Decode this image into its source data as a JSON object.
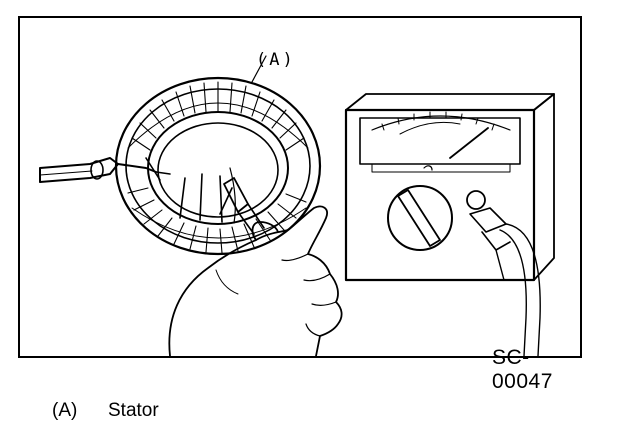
{
  "callout": {
    "label": "(A)"
  },
  "figure_id": "SC-00047",
  "caption": {
    "ref": "(A)",
    "text": "Stator"
  },
  "icons": [
    "stator-illustration",
    "tester-illustration",
    "hand-illustration",
    "probe-illustration"
  ],
  "colors": {
    "line": "#000000",
    "paper": "#ffffff"
  }
}
